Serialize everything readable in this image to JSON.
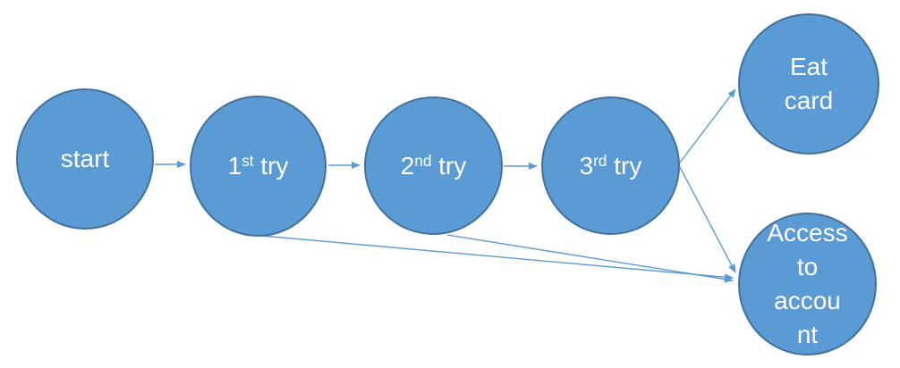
{
  "diagram": {
    "type": "flowchart",
    "colors": {
      "node_fill": "#5B9BD5",
      "node_border": "#41719C",
      "arrow": "#5B9BD5",
      "text": "#FFFFFF",
      "background": "#FFFFFF"
    },
    "nodes": [
      {
        "id": "start",
        "lines": [
          "start"
        ]
      },
      {
        "id": "try1",
        "base": "1",
        "sup": "st",
        "rest": " try"
      },
      {
        "id": "try2",
        "base": "2",
        "sup": "nd",
        "rest": " try"
      },
      {
        "id": "try3",
        "base": "3",
        "sup": "rd",
        "rest": " try"
      },
      {
        "id": "eat-card",
        "lines": [
          "Eat",
          "card"
        ]
      },
      {
        "id": "access",
        "lines": [
          "Access",
          "to",
          "accou",
          "nt"
        ]
      }
    ],
    "edges": [
      {
        "from": "start",
        "to": "try1"
      },
      {
        "from": "try1",
        "to": "try2"
      },
      {
        "from": "try2",
        "to": "try3"
      },
      {
        "from": "try3",
        "to": "eat-card"
      },
      {
        "from": "try3",
        "to": "access"
      },
      {
        "from": "try1",
        "to": "access"
      },
      {
        "from": "try2",
        "to": "access"
      }
    ]
  }
}
